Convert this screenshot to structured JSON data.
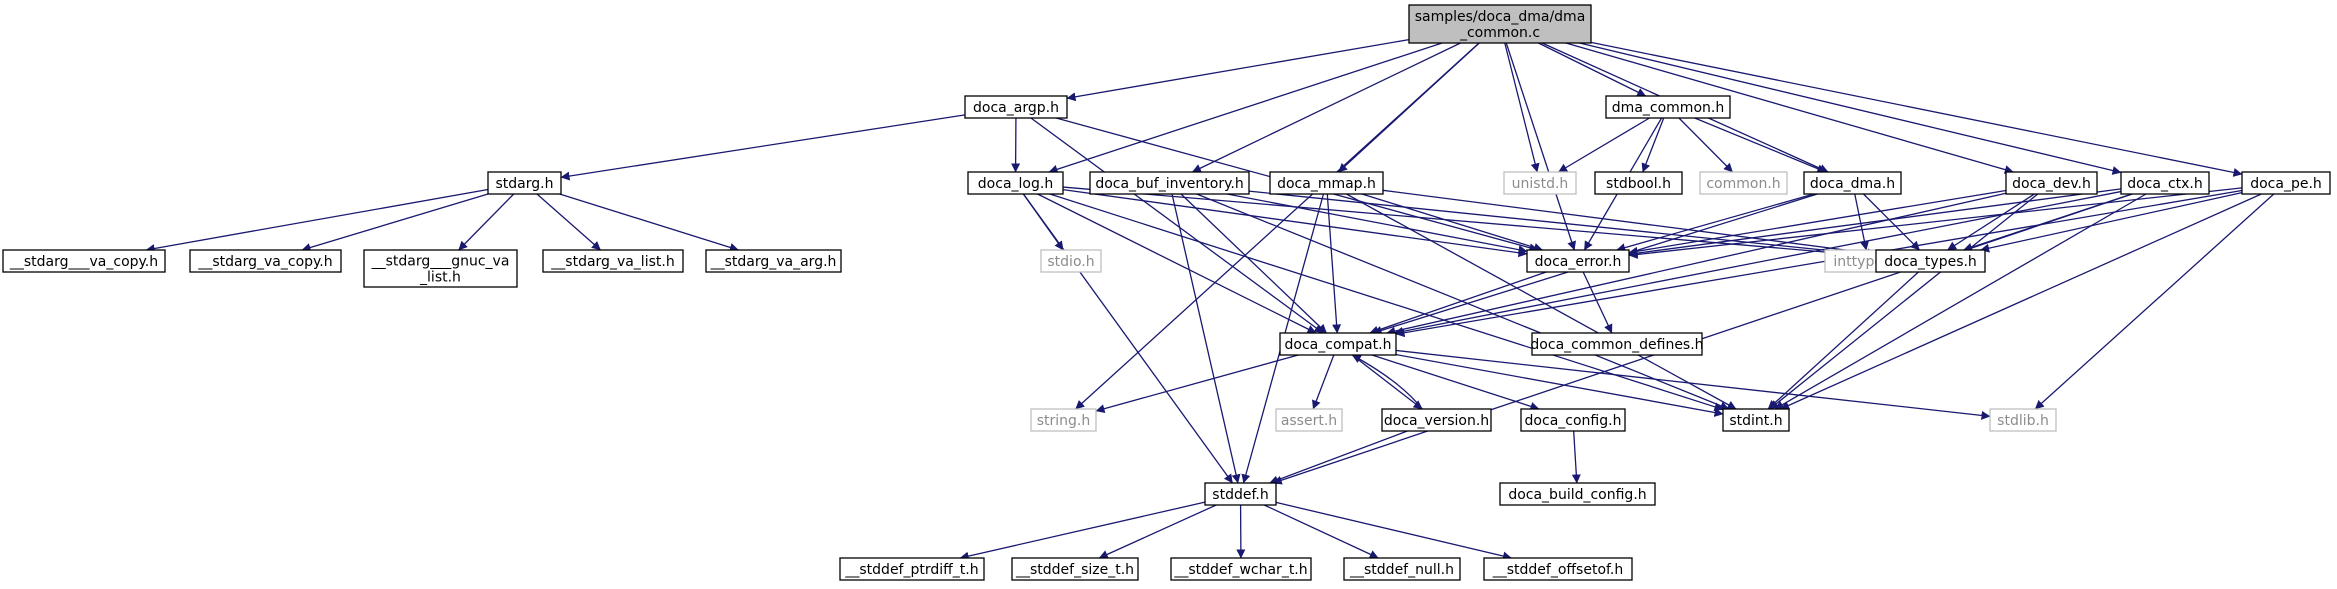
{
  "graph": {
    "root": "root",
    "colors": {
      "edge": "#191970",
      "box_border": "#000000",
      "box_fill": "#ffffff",
      "root_fill": "#bfbfbf",
      "external_border": "#bfbfbf",
      "external_text": "#8c8c8c",
      "text": "#000000"
    },
    "nodes": [
      {
        "id": "root",
        "lines": [
          "samples/doca_dma/dma",
          "_common.c"
        ],
        "kind": "root"
      },
      {
        "id": "doca_argp",
        "lines": [
          "doca_argp.h"
        ],
        "kind": "header"
      },
      {
        "id": "dma_common_h",
        "lines": [
          "dma_common.h"
        ],
        "kind": "header"
      },
      {
        "id": "stdarg",
        "lines": [
          "stdarg.h"
        ],
        "kind": "header"
      },
      {
        "id": "doca_log",
        "lines": [
          "doca_log.h"
        ],
        "kind": "header"
      },
      {
        "id": "doca_buf_inventory",
        "lines": [
          "doca_buf_inventory.h"
        ],
        "kind": "header"
      },
      {
        "id": "doca_mmap",
        "lines": [
          "doca_mmap.h"
        ],
        "kind": "header"
      },
      {
        "id": "unistd",
        "lines": [
          "unistd.h"
        ],
        "kind": "external"
      },
      {
        "id": "stdbool",
        "lines": [
          "stdbool.h"
        ],
        "kind": "header"
      },
      {
        "id": "common_h",
        "lines": [
          "common.h"
        ],
        "kind": "external"
      },
      {
        "id": "doca_dma",
        "lines": [
          "doca_dma.h"
        ],
        "kind": "header"
      },
      {
        "id": "doca_dev",
        "lines": [
          "doca_dev.h"
        ],
        "kind": "header"
      },
      {
        "id": "doca_ctx",
        "lines": [
          "doca_ctx.h"
        ],
        "kind": "header"
      },
      {
        "id": "doca_pe",
        "lines": [
          "doca_pe.h"
        ],
        "kind": "header"
      },
      {
        "id": "stdarg_va_copy_u",
        "lines": [
          "__stdarg___va_copy.h"
        ],
        "kind": "header"
      },
      {
        "id": "stdarg_va_copy",
        "lines": [
          "__stdarg_va_copy.h"
        ],
        "kind": "header"
      },
      {
        "id": "stdarg_gnuc",
        "lines": [
          "__stdarg___gnuc_va",
          "_list.h"
        ],
        "kind": "header"
      },
      {
        "id": "stdarg_va_list",
        "lines": [
          "__stdarg_va_list.h"
        ],
        "kind": "header"
      },
      {
        "id": "stdarg_va_arg",
        "lines": [
          "__stdarg_va_arg.h"
        ],
        "kind": "header"
      },
      {
        "id": "stdio",
        "lines": [
          "stdio.h"
        ],
        "kind": "external"
      },
      {
        "id": "doca_error",
        "lines": [
          "doca_error.h"
        ],
        "kind": "header"
      },
      {
        "id": "inttypes",
        "lines": [
          "inttypes.h"
        ],
        "kind": "external"
      },
      {
        "id": "doca_types",
        "lines": [
          "doca_types.h"
        ],
        "kind": "header"
      },
      {
        "id": "doca_compat",
        "lines": [
          "doca_compat.h"
        ],
        "kind": "header"
      },
      {
        "id": "doca_common_defines",
        "lines": [
          "doca_common_defines.h"
        ],
        "kind": "header"
      },
      {
        "id": "string_h",
        "lines": [
          "string.h"
        ],
        "kind": "external"
      },
      {
        "id": "assert_h",
        "lines": [
          "assert.h"
        ],
        "kind": "external"
      },
      {
        "id": "doca_version",
        "lines": [
          "doca_version.h"
        ],
        "kind": "header"
      },
      {
        "id": "doca_config",
        "lines": [
          "doca_config.h"
        ],
        "kind": "header"
      },
      {
        "id": "stdint",
        "lines": [
          "stdint.h"
        ],
        "kind": "header"
      },
      {
        "id": "stdlib",
        "lines": [
          "stdlib.h"
        ],
        "kind": "external"
      },
      {
        "id": "stddef",
        "lines": [
          "stddef.h"
        ],
        "kind": "header"
      },
      {
        "id": "doca_build_config",
        "lines": [
          "doca_build_config.h"
        ],
        "kind": "header"
      },
      {
        "id": "stddef_ptrdiff",
        "lines": [
          "__stddef_ptrdiff_t.h"
        ],
        "kind": "header"
      },
      {
        "id": "stddef_size",
        "lines": [
          "__stddef_size_t.h"
        ],
        "kind": "header"
      },
      {
        "id": "stddef_wchar",
        "lines": [
          "__stddef_wchar_t.h"
        ],
        "kind": "header"
      },
      {
        "id": "stddef_null",
        "lines": [
          "__stddef_null.h"
        ],
        "kind": "header"
      },
      {
        "id": "stddef_offsetof",
        "lines": [
          "__stddef_offsetof.h"
        ],
        "kind": "header"
      }
    ],
    "edges": [
      [
        "root",
        "string_h"
      ],
      [
        "root",
        "doca_argp"
      ],
      [
        "root",
        "doca_log"
      ],
      [
        "root",
        "doca_buf_inventory"
      ],
      [
        "root",
        "doca_mmap"
      ],
      [
        "root",
        "doca_error"
      ],
      [
        "root",
        "unistd"
      ],
      [
        "root",
        "dma_common_h"
      ],
      [
        "root",
        "doca_dma"
      ],
      [
        "root",
        "doca_dev"
      ],
      [
        "root",
        "doca_ctx"
      ],
      [
        "root",
        "doca_pe"
      ],
      [
        "doca_argp",
        "stdarg"
      ],
      [
        "doca_argp",
        "doca_log"
      ],
      [
        "doca_argp",
        "doca_compat"
      ],
      [
        "doca_argp",
        "doca_error"
      ],
      [
        "stdarg",
        "stdarg_va_copy_u"
      ],
      [
        "stdarg",
        "stdarg_va_copy"
      ],
      [
        "stdarg",
        "stdarg_gnuc"
      ],
      [
        "stdarg",
        "stdarg_va_list"
      ],
      [
        "stdarg",
        "stdarg_va_arg"
      ],
      [
        "doca_log",
        "stdio"
      ],
      [
        "doca_log",
        "stddef"
      ],
      [
        "doca_log",
        "stdint"
      ],
      [
        "doca_log",
        "doca_compat"
      ],
      [
        "doca_log",
        "doca_error"
      ],
      [
        "doca_log",
        "doca_types"
      ],
      [
        "doca_buf_inventory",
        "stddef"
      ],
      [
        "doca_buf_inventory",
        "stdint"
      ],
      [
        "doca_buf_inventory",
        "doca_compat"
      ],
      [
        "doca_buf_inventory",
        "doca_error"
      ],
      [
        "doca_buf_inventory",
        "doca_types"
      ],
      [
        "doca_mmap",
        "stddef"
      ],
      [
        "doca_mmap",
        "stdint"
      ],
      [
        "doca_mmap",
        "doca_compat"
      ],
      [
        "doca_mmap",
        "doca_error"
      ],
      [
        "doca_mmap",
        "doca_types"
      ],
      [
        "dma_common_h",
        "unistd"
      ],
      [
        "dma_common_h",
        "stdbool"
      ],
      [
        "dma_common_h",
        "common_h"
      ],
      [
        "dma_common_h",
        "doca_dma"
      ],
      [
        "dma_common_h",
        "doca_error"
      ],
      [
        "doca_dma",
        "inttypes"
      ],
      [
        "doca_dma",
        "doca_compat"
      ],
      [
        "doca_dma",
        "doca_error"
      ],
      [
        "doca_dma",
        "doca_types"
      ],
      [
        "doca_dev",
        "stdint"
      ],
      [
        "doca_dev",
        "doca_types"
      ],
      [
        "doca_dev",
        "doca_compat"
      ],
      [
        "doca_dev",
        "doca_error"
      ],
      [
        "doca_ctx",
        "stdint"
      ],
      [
        "doca_ctx",
        "stddef"
      ],
      [
        "doca_ctx",
        "doca_compat"
      ],
      [
        "doca_ctx",
        "doca_error"
      ],
      [
        "doca_ctx",
        "doca_types"
      ],
      [
        "doca_pe",
        "stdint"
      ],
      [
        "doca_pe",
        "stdlib"
      ],
      [
        "doca_pe",
        "doca_compat"
      ],
      [
        "doca_pe",
        "doca_error"
      ],
      [
        "doca_pe",
        "doca_types"
      ],
      [
        "doca_error",
        "doca_compat"
      ],
      [
        "doca_error",
        "doca_common_defines"
      ],
      [
        "doca_types",
        "stdint"
      ],
      [
        "doca_compat",
        "string_h"
      ],
      [
        "doca_compat",
        "assert_h"
      ],
      [
        "doca_compat",
        "doca_version"
      ],
      [
        "doca_compat",
        "doca_config"
      ],
      [
        "doca_compat",
        "stdint"
      ],
      [
        "doca_compat",
        "stdlib"
      ],
      [
        "doca_version",
        "doca_compat"
      ],
      [
        "doca_version",
        "stddef"
      ],
      [
        "doca_config",
        "doca_build_config"
      ],
      [
        "stddef",
        "stddef_ptrdiff"
      ],
      [
        "stddef",
        "stddef_size"
      ],
      [
        "stddef",
        "stddef_wchar"
      ],
      [
        "stddef",
        "stddef_null"
      ],
      [
        "stddef",
        "stddef_offsetof"
      ]
    ]
  }
}
